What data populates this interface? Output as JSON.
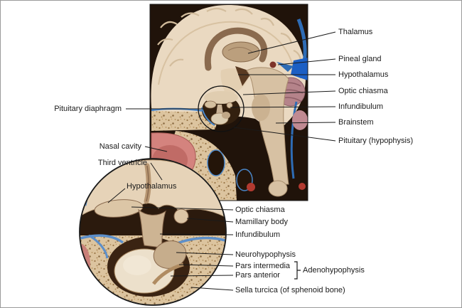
{
  "labels": {
    "right": [
      {
        "text": "Thalamus"
      },
      {
        "text": "Pineal gland"
      },
      {
        "text": "Hypothalamus"
      },
      {
        "text": "Optic chiasma"
      },
      {
        "text": "Infundibulum"
      },
      {
        "text": "Brainstem"
      },
      {
        "text": "Pituitary (hypophysis)"
      }
    ],
    "left": [
      {
        "text": "Pituitary diaphragm"
      },
      {
        "text": "Nasal cavity"
      },
      {
        "text": "Third ventricle"
      }
    ],
    "inset": {
      "title": "Hypothalamus",
      "items": [
        {
          "text": "Optic chiasma"
        },
        {
          "text": "Mamillary body"
        },
        {
          "text": "Infundibulum"
        },
        {
          "text": "Neurohypophysis"
        },
        {
          "text": "Pars intermedia"
        },
        {
          "text": "Pars anterior"
        },
        {
          "text": "Sella turcica (of sphenoid bone)"
        }
      ],
      "bracket_label": "Adenohypophysis"
    }
  },
  "colors": {
    "leader_line": "#1a1a1a",
    "label_text": "#1a1a1a",
    "tissue_beige": "#ead9c1",
    "gland_cream": "#ece0cb",
    "posterior_lobe_tan": "#c6ad8c",
    "bone_speckle_tan": "#dcc49f",
    "membrane_blue": "#2e6cb5",
    "bright_blue": "#1c5fc4",
    "dura_blue": "#5d8fc9",
    "nasal_pink": "#d4837e",
    "cerebellum_pink": "#b5838a",
    "dark_brown": "#20130a",
    "red_vessel": "#b23a30"
  }
}
